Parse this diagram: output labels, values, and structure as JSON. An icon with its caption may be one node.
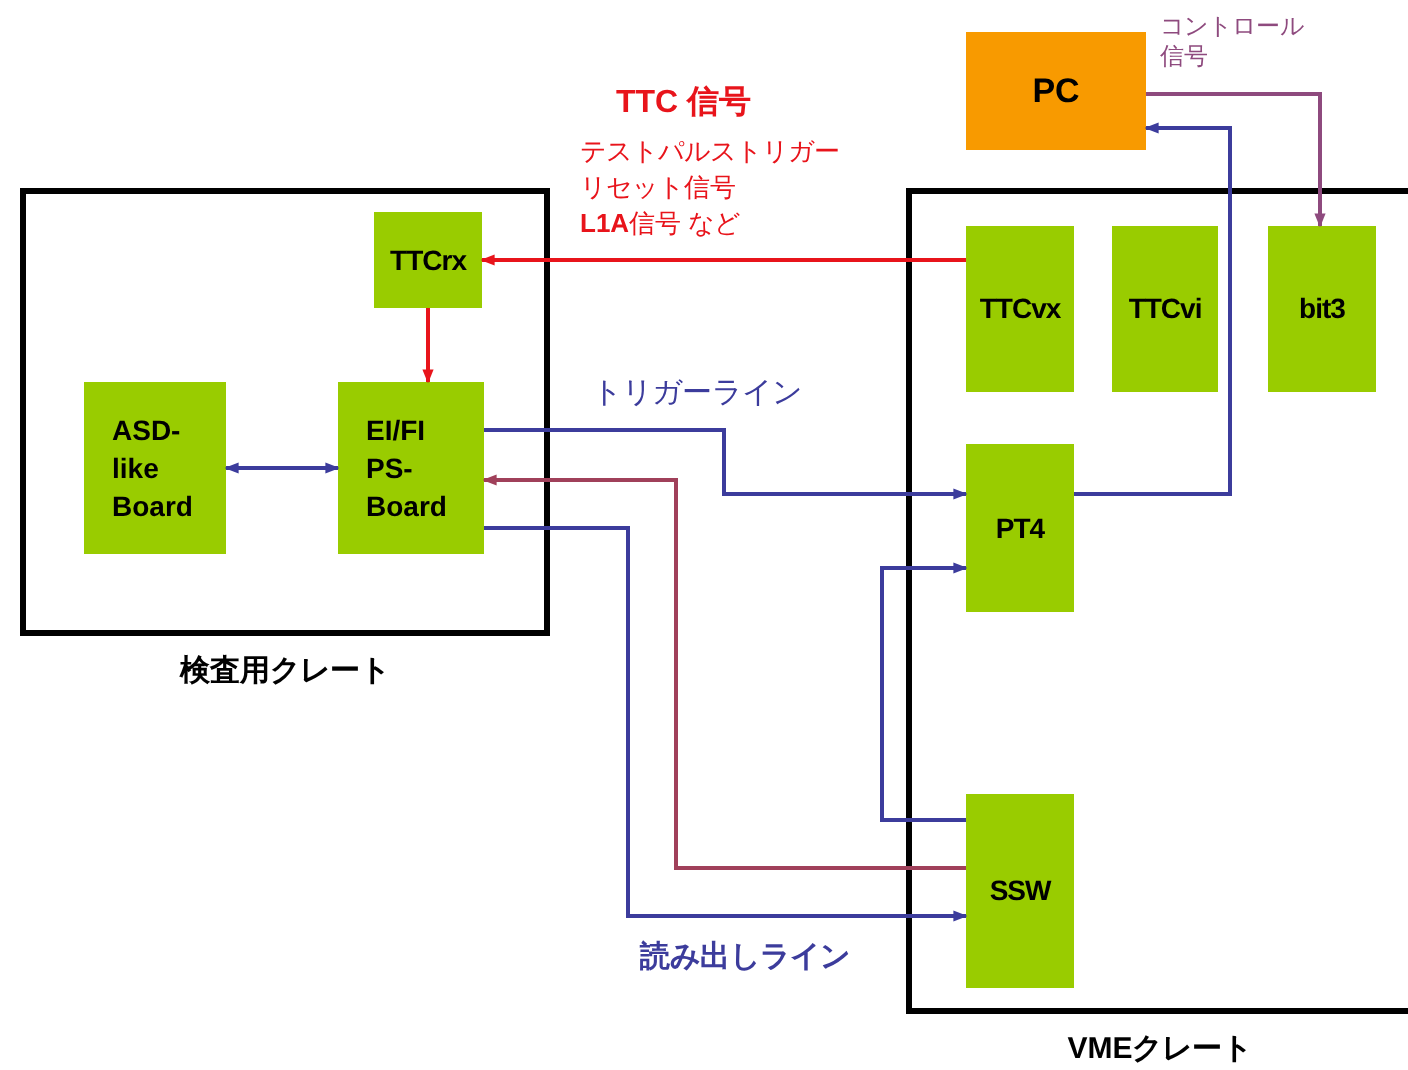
{
  "diagram": {
    "nodes": [
      {
        "text": [
          "検査用クレート"
        ]
      },
      {
        "text": [
          "TTCrx"
        ],
        "in": 0
      },
      {
        "text": [
          "ASD- like Board"
        ],
        "in": 0
      },
      {
        "text": [
          "EI/FI PS- Board"
        ],
        "in": 0
      },
      {
        "text": [
          "PC"
        ]
      },
      {
        "text": [
          "VMEクレート"
        ]
      },
      {
        "text": [
          "TTCvx"
        ],
        "in": 5
      },
      {
        "text": [
          "TTCvi"
        ],
        "in": 5
      },
      {
        "text": [
          "bit3"
        ],
        "in": 5
      },
      {
        "text": [
          "PT4"
        ],
        "in": 5
      },
      {
        "text": [
          "SSW"
        ],
        "in": 5
      }
    ],
    "edges": [
      {
        "from": 6,
        "to": 1,
        "arrow": "to",
        "color": "#e8141b"
      },
      {
        "from": 1,
        "to": 3,
        "arrow": "to",
        "color": "#e8141b"
      },
      {
        "from": 2,
        "to": 3,
        "arrow": "both"
      },
      {
        "from": 3,
        "to": 9,
        "arrow": "to",
        "label": "トリガーライン"
      },
      {
        "from": 10,
        "to": 3,
        "arrow": "to",
        "color": "#a0405a"
      },
      {
        "from": 3,
        "to": 10,
        "arrow": "to",
        "label": "読み出しライン"
      },
      {
        "from": 10,
        "to": 9,
        "arrow": "to"
      },
      {
        "from": 9,
        "to": 4,
        "arrow": "to"
      },
      {
        "from": 4,
        "to": 8,
        "arrow": "to",
        "label": "コントロール信号",
        "color": "#8e4a7e"
      }
    ],
    "labels": [
      "TTC 信号",
      "テストパルストリガー",
      "リセット信号",
      "**L1A**信号 など"
    ]
  }
}
